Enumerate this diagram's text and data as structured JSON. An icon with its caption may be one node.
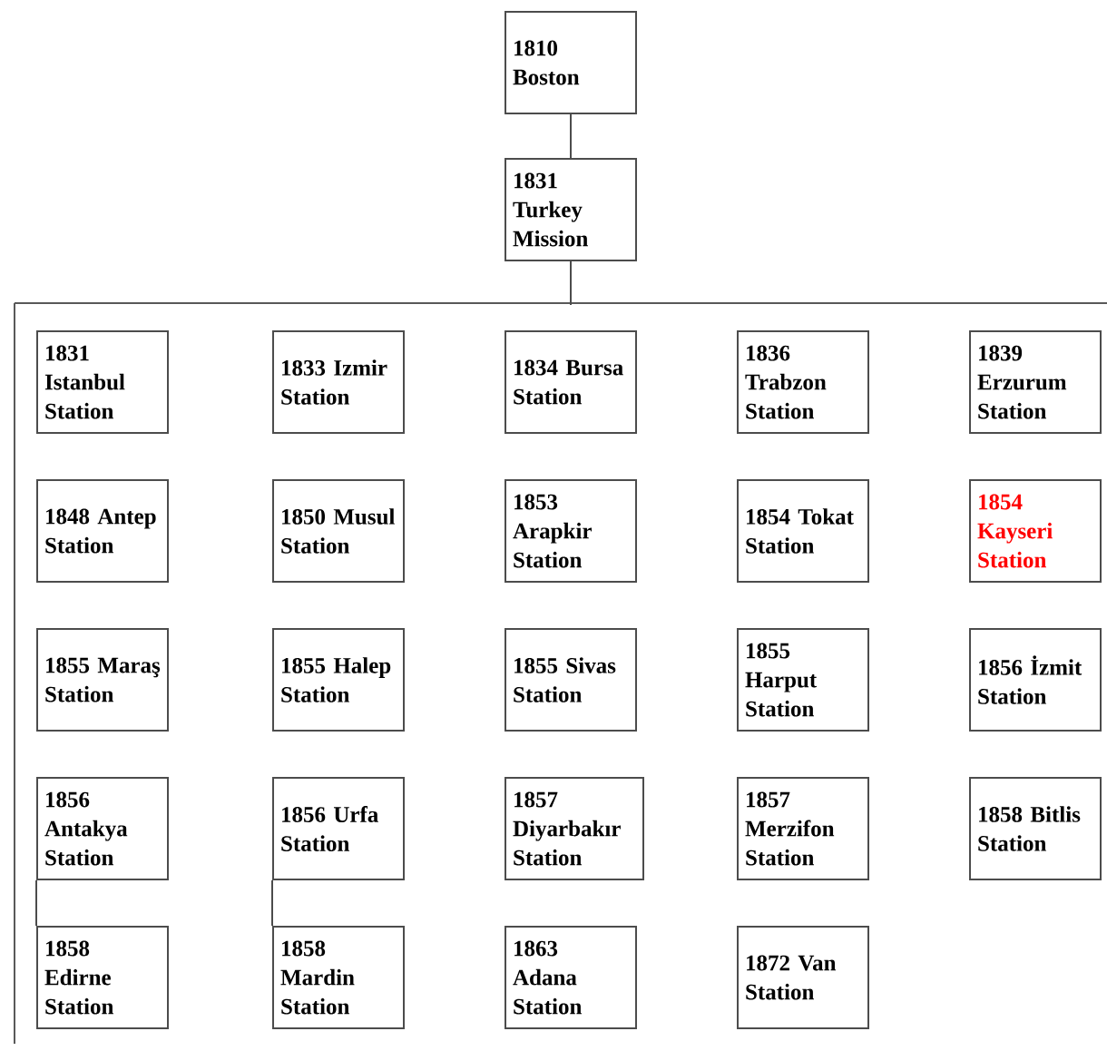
{
  "diagram": {
    "nodes": [
      {
        "text": [
          "1810 Boston"
        ]
      },
      {
        "text": [
          "1831 Turkey Mission"
        ]
      },
      {
        "text": [
          "1831 Istanbul Station"
        ]
      },
      {
        "text": [
          "1833 Izmir Station"
        ]
      },
      {
        "text": [
          "1834 Bursa Station"
        ]
      },
      {
        "text": [
          "1836 Trabzon Station"
        ]
      },
      {
        "text": [
          "1839 Erzurum Station"
        ]
      },
      {
        "text": [
          "1848 Antep Station"
        ]
      },
      {
        "text": [
          "1850 Musul Station"
        ]
      },
      {
        "text": [
          "1853 Arapkir Station"
        ]
      },
      {
        "text": [
          "1854 Tokat Station"
        ]
      },
      {
        "text": [
          "1854 Kayseri Station"
        ]
      },
      {
        "text": [
          "1855 Maraş Station"
        ]
      },
      {
        "text": [
          "1855 Halep Station"
        ]
      },
      {
        "text": [
          "1855 Sivas Station"
        ]
      },
      {
        "text": [
          "1855 Harput Station"
        ]
      },
      {
        "text": [
          "1856 İzmit Station"
        ]
      },
      {
        "text": [
          "1856 Antakya Station"
        ]
      },
      {
        "text": [
          "1856 Urfa Station"
        ]
      },
      {
        "text": [
          "1857 Diyarbakır Station"
        ]
      },
      {
        "text": [
          "1857 Merzifon Station"
        ]
      },
      {
        "text": [
          "1858 Bitlis Station"
        ]
      },
      {
        "text": [
          "1858 Edirne Station"
        ]
      },
      {
        "text": [
          "1858 Mardin Station"
        ]
      },
      {
        "text": [
          "1863 Adana Station"
        ]
      },
      {
        "text": [
          "1872 Van Station"
        ]
      }
    ],
    "edges": [
      {
        "from": 0,
        "to": 1,
        "arrow": "none"
      },
      {
        "from": 1,
        "to": null,
        "arrow": "none"
      },
      {
        "from": 17,
        "to": 22,
        "arrow": "none"
      },
      {
        "from": 18,
        "to": 23,
        "arrow": "none"
      }
    ]
  }
}
